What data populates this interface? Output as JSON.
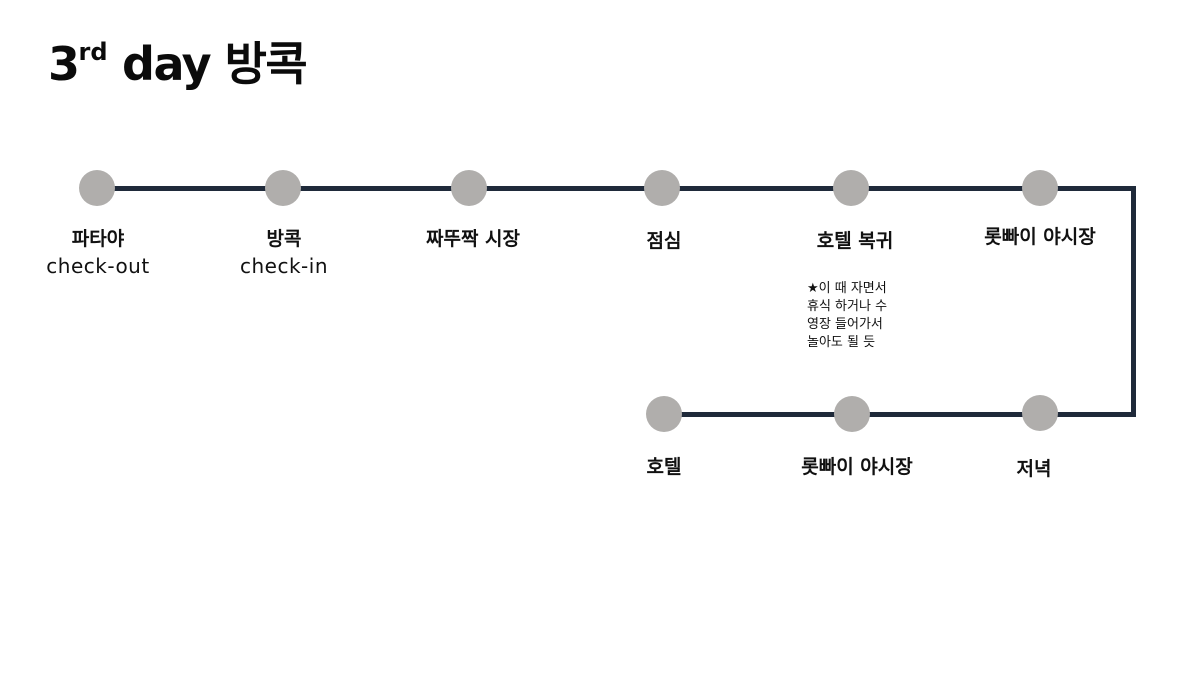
{
  "title": {
    "main": "3",
    "sup": "rd",
    "rest": " day 방콕"
  },
  "top_row": [
    {
      "name": "파타야",
      "sub": "check-out"
    },
    {
      "name": "방콕",
      "sub": "check-in"
    },
    {
      "name": "짜뚜짝 시장",
      "sub": ""
    },
    {
      "name": "점심",
      "sub": ""
    },
    {
      "name": "호텔 복귀",
      "sub": ""
    },
    {
      "name": "롯빠이 야시장",
      "sub": ""
    }
  ],
  "note": [
    "★이 때 자면서",
    "휴식 하거나 수",
    "영장 들어가서",
    "놀아도 될 듯"
  ],
  "bottom_row": [
    {
      "name": "호텔"
    },
    {
      "name": "롯빠이 야시장"
    },
    {
      "name": "저녁"
    }
  ],
  "colors": {
    "line": "#1f2a3a",
    "dot": "#b0aeac"
  }
}
